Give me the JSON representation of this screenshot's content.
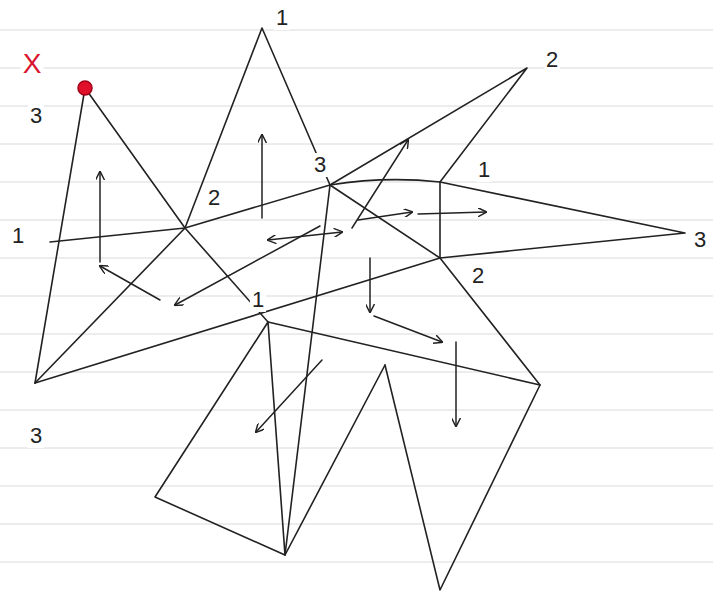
{
  "diagram": {
    "labels": [
      "1",
      "2",
      "X",
      "3",
      "3",
      "1",
      "2",
      "1",
      "3",
      "2",
      "1",
      "3"
    ]
  }
}
